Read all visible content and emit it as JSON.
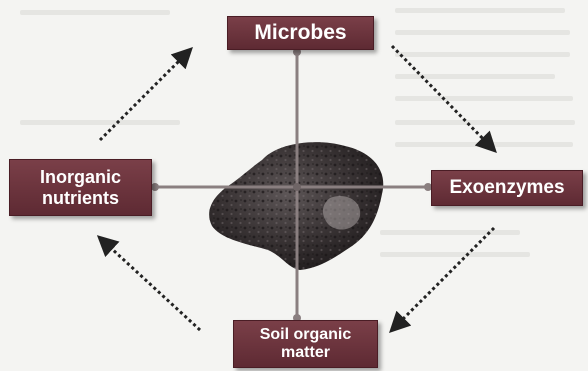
{
  "diagram": {
    "nodes": {
      "top": "Microbes",
      "left": "Inorganic\nnutrients",
      "right": "Exoenzymes",
      "bottom": "Soil organic\nmatter"
    },
    "colors": {
      "node_fill": "#6b3340",
      "node_text": "#ffffff",
      "axis_line": "#8a7f80",
      "arrow_dots": "#222222",
      "soil_particle": "#3a3536"
    },
    "center_image": "soil-particle",
    "arrows": [
      {
        "from": "Microbes",
        "to": "Exoenzymes"
      },
      {
        "from": "Exoenzymes",
        "to": "Soil organic matter"
      },
      {
        "from": "Soil organic matter",
        "to": "Inorganic nutrients"
      },
      {
        "from": "Inorganic nutrients",
        "to": "Microbes"
      }
    ]
  }
}
